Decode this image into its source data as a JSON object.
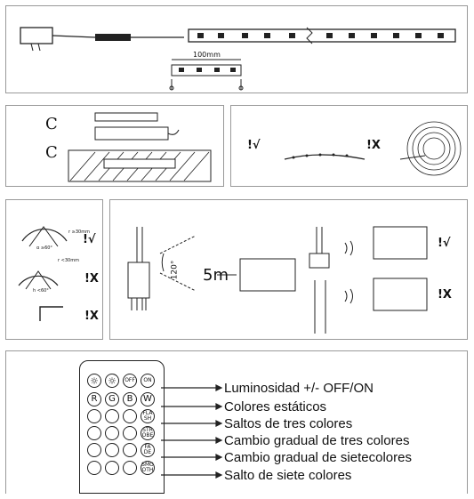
{
  "strip_panel": {
    "length_label": "100mm"
  },
  "surface_panel": {
    "mark_1": "C",
    "mark_2": "C"
  },
  "coil_panel": {
    "mark_ok": "!√",
    "mark_bad": "!X"
  },
  "bend_panel": {
    "radius_ok": "r ≥30mm",
    "angle_ok": "α ≥60°",
    "radius_bad": "r <30mm",
    "angle_bad": "h <60°",
    "mark_ok": "!√",
    "mark_bad_1": "!X",
    "mark_bad_2": "!X"
  },
  "ir_panel": {
    "angle": "120°",
    "distance": "5m",
    "mark_ok": "!√",
    "mark_bad": "!X"
  },
  "remote": {
    "buttons": [
      [
        "☼",
        "☼",
        "OFF",
        "ON"
      ],
      [
        "R",
        "G",
        "B",
        "W"
      ],
      [
        "",
        "",
        "",
        "FLA SH"
      ],
      [
        "",
        "",
        "",
        "STR OBE"
      ],
      [
        "",
        "",
        "",
        "FA DE"
      ],
      [
        "",
        "",
        "",
        "SMO OTH"
      ]
    ],
    "labels": [
      "Luminosidad +/- OFF/ON",
      "Colores estáticos",
      "Saltos de tres colores",
      "Cambio gradual de tres colores",
      "Cambio gradual de sietecolores",
      "Salto de siete colores"
    ]
  }
}
